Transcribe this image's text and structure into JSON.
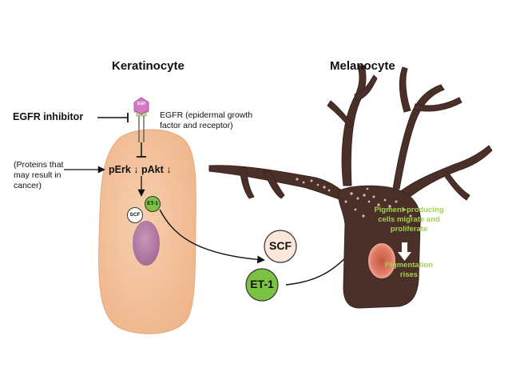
{
  "keratinocyte": {
    "title": "Keratinocyte",
    "egf_label": "EGF",
    "egfr_label_line1": "EGFR (epidermal growth",
    "egfr_label_line2": "factor and receptor)",
    "inhibitor_label": "EGFR inhibitor",
    "proteins_line1": "(Proteins that",
    "proteins_line2": "may result in",
    "proteins_line3": "cancer)",
    "perk_label": "pErk ↓ pAkt ↓",
    "scf_small": "SCF",
    "et1_small": "ET-1"
  },
  "signals": {
    "scf": "SCF",
    "et1": "ET-1"
  },
  "melanocyte": {
    "title": "Melanocyte",
    "migrate_line1": "Pigment-producing",
    "migrate_line2": "cells migrate and",
    "migrate_line3": "proliferate",
    "rise_line1": "Pigmentation",
    "rise_line2": "rises"
  },
  "colors": {
    "keratinocyte_fill": "#f6c8a2",
    "melanocyte_fill": "#4a3028",
    "nucleus": "#b982a8",
    "et1_green": "#7cc242",
    "scf_fill": "#fbe6da",
    "egf_pink": "#d779c5",
    "annotation_green": "#9fd24a"
  }
}
